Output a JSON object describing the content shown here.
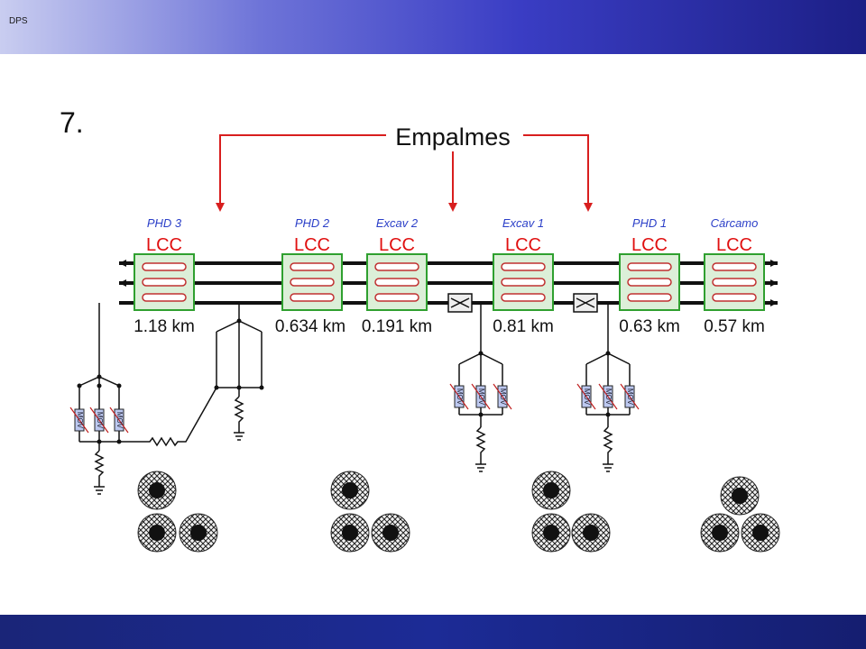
{
  "header": {
    "label": "DPS"
  },
  "slide": {
    "number": "7."
  },
  "diagram": {
    "splice_label": "Empalmes",
    "block_type": "LCC",
    "sections": [
      {
        "name": "PHD 3",
        "length": "1.18 km"
      },
      {
        "name": "PHD 2",
        "length": "0.634 km"
      },
      {
        "name": "Excav 2",
        "length": "0.191 km"
      },
      {
        "name": "Excav 1",
        "length": "0.81 km"
      },
      {
        "name": "PHD 1",
        "length": "0.63 km"
      },
      {
        "name": "Cárcamo",
        "length": "0.57 km"
      }
    ],
    "surge_arrester_label": "MOV",
    "colors": {
      "arrow": "#d81e1e",
      "section_name": "#2b3fc8",
      "block_text": "#e01010",
      "block_border": "#2fa02f",
      "block_fill": "#dcefd8",
      "resistor": "#2b3fc8",
      "mov_fill": "#bcc8f0"
    }
  }
}
